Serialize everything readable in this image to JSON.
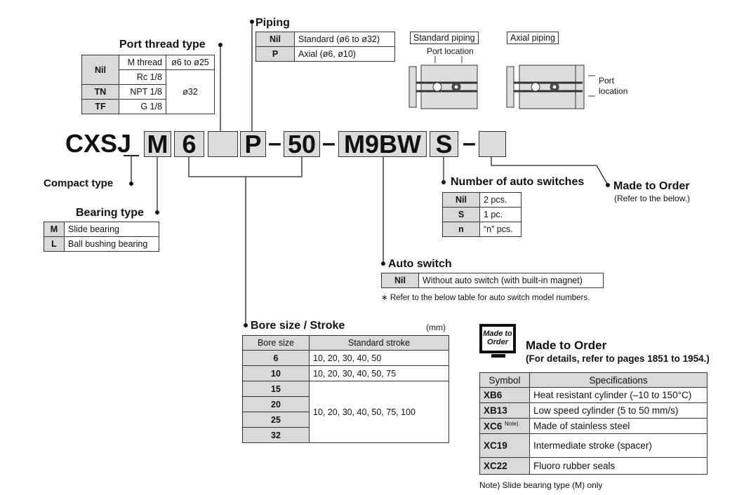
{
  "code": {
    "prefix": "CXSJ",
    "bearing": "M",
    "bore": "6",
    "port": "",
    "piping": "P",
    "stroke": "50",
    "switch": "M9BW",
    "count": "S",
    "mto": "",
    "dash": "–"
  },
  "port_thread": {
    "title": "Port thread type",
    "rows": [
      [
        "Nil",
        "M thread",
        "ø6 to ø25"
      ],
      [
        "",
        "Rc 1/8",
        "ø32"
      ],
      [
        "TN",
        "NPT 1/8",
        ""
      ],
      [
        "TF",
        "G 1/8",
        ""
      ]
    ]
  },
  "piping": {
    "title": "Piping",
    "rows": [
      [
        "Nil",
        "Standard (ø6 to ø32)"
      ],
      [
        "P",
        "Axial (ø6, ø10)"
      ]
    ],
    "standard_label": "Standard piping",
    "axial_label": "Axial piping",
    "port_location": "Port location",
    "port": "Port",
    "location": "location"
  },
  "compact": {
    "title": "Compact type"
  },
  "bearing": {
    "title": "Bearing type",
    "rows": [
      [
        "M",
        "Slide bearing"
      ],
      [
        "L",
        "Ball bushing bearing"
      ]
    ]
  },
  "count": {
    "title": "Number of auto switches",
    "rows": [
      [
        "Nil",
        "2 pcs."
      ],
      [
        "S",
        "1 pc."
      ],
      [
        "n",
        "“n” pcs."
      ]
    ]
  },
  "mto_ref": {
    "title": "Made to Order",
    "sub": "(Refer to the below.)"
  },
  "auto_switch": {
    "title": "Auto switch",
    "rows": [
      [
        "Nil",
        "Without auto switch (with built-in magnet)"
      ]
    ],
    "note": "∗ Refer to the below table for auto switch model numbers."
  },
  "bore": {
    "title": "Bore size / Stroke",
    "unit": "(mm)",
    "headers": [
      "Bore size",
      "Standard stroke"
    ],
    "rows": [
      [
        "6",
        "10, 20, 30, 40, 50"
      ],
      [
        "10",
        "10, 20, 30, 40, 50, 75"
      ],
      [
        "15",
        "10, 20, 30, 40, 50, 75, 100"
      ],
      [
        "20",
        ""
      ],
      [
        "25",
        ""
      ],
      [
        "32",
        ""
      ]
    ]
  },
  "mto": {
    "icon_text": [
      "Made to",
      "Order"
    ],
    "title": "Made to Order",
    "sub": "(For details, refer to pages 1851 to 1954.)",
    "headers": [
      "Symbol",
      "Specifications"
    ],
    "rows": [
      [
        "XB6",
        "",
        "Heat resistant cylinder (–10 to 150°C)"
      ],
      [
        "XB13",
        "",
        "Low speed cylinder (5 to 50 mm/s)"
      ],
      [
        "XC6",
        "Note)",
        "Made of stainless steel"
      ],
      [
        "XC19",
        "",
        "Intermediate stroke (spacer)"
      ],
      [
        "XC22",
        "",
        "Fluoro rubber seals"
      ]
    ],
    "note": "Note) Slide bearing type (M) only"
  }
}
